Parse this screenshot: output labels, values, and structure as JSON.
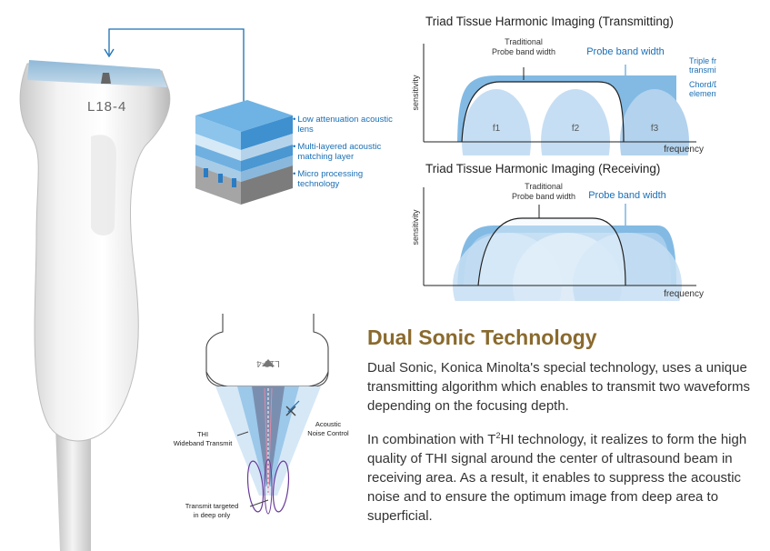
{
  "probe": {
    "model_label": "L18-4"
  },
  "layers": {
    "items": [
      {
        "bullet": "•",
        "label": "Low attenuation acoustic lens"
      },
      {
        "bullet": "•",
        "label": "Multi-layered acoustic matching layer"
      },
      {
        "bullet": "•",
        "label": "Micro processing technology"
      }
    ]
  },
  "charts": {
    "transmit": {
      "title": "Triad Tissue Harmonic Imaging (Transmitting)",
      "ylabel": "sensitivity",
      "xlabel": "frequency",
      "traditional_label_line1": "Traditional",
      "traditional_label_line2": "Probe band width",
      "probe_label": "Probe band width",
      "note1_line1": "Triple frequency",
      "note1_line2": "transmitting",
      "note2_line1": "Chord/Differential",
      "note2_line2": "elements",
      "bands": [
        "f1",
        "f2",
        "f3"
      ]
    },
    "receive": {
      "title": "Triad Tissue Harmonic Imaging (Receiving)",
      "ylabel": "sensitivity",
      "xlabel": "frequency",
      "traditional_label_line1": "Traditional",
      "traditional_label_line2": "Probe band width",
      "probe_label": "Probe band width"
    }
  },
  "beam": {
    "probe_label": "L18-4",
    "thi_label_line1": "THI",
    "thi_label_line2": "Wideband Transmit",
    "noise_label_line1": "Acoustic",
    "noise_label_line2": "Noise Control",
    "deep_label_line1": "Transmit targeted",
    "deep_label_line2": "in deep only"
  },
  "article": {
    "heading": "Dual Sonic Technology",
    "para1": "Dual Sonic, Konica Minolta's special technology, uses a unique transmitting algorithm which enables to transmit two waveforms depending on the focusing depth.",
    "para2_prefix": "In combination with T",
    "para2_sup": "2",
    "para2_rest": "HI technology, it realizes to form the high quality of THI signal around the center of ultrasound beam in receiving area. As a result, it enables to suppress the acoustic noise and to ensure the optimum image from deep area to superficial."
  },
  "colors": {
    "accent_blue": "#1a6fb5",
    "light_blue": "#7ab4e2",
    "pale_blue": "#cfe4f6",
    "heading_gold": "#8a6a2e"
  }
}
